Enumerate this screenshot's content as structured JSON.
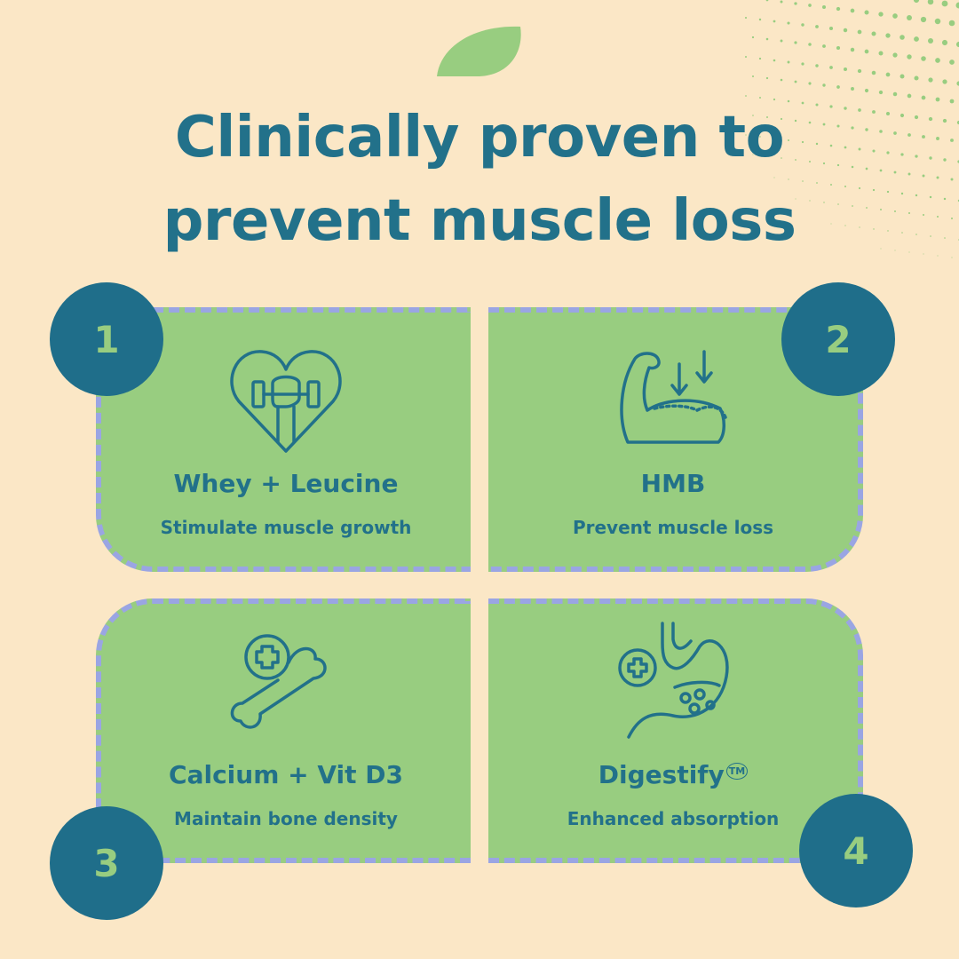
{
  "title": {
    "line1": "Clinically proven to",
    "line2": "prevent muscle loss"
  },
  "cards": [
    {
      "number": "1",
      "title": "Whey + Leucine",
      "subtitle": "Stimulate muscle growth",
      "icon": "heart-dumbbell-icon"
    },
    {
      "number": "2",
      "title": "HMB",
      "subtitle": "Prevent muscle loss",
      "icon": "flexed-arm-icon"
    },
    {
      "number": "3",
      "title": "Calcium + Vit D3",
      "subtitle": "Maintain bone density",
      "icon": "bone-plus-icon"
    },
    {
      "number": "4",
      "title": "Digestify",
      "trademark": "TM",
      "subtitle": "Enhanced absorption",
      "icon": "stomach-icon"
    }
  ],
  "colors": {
    "background": "#fbe7c6",
    "primary": "#22718a",
    "card": "#98cd80",
    "card_border": "#9aa5e3",
    "badge": "#1f6e8a"
  }
}
